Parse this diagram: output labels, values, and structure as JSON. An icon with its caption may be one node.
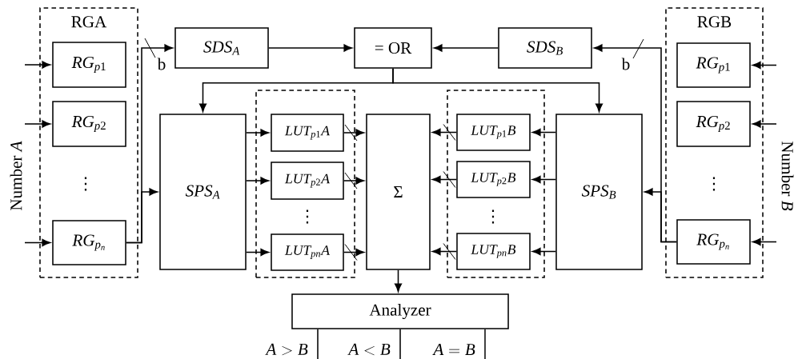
{
  "diagram": {
    "nodes": [
      {
        "text": [
          "RGA"
        ]
      },
      {
        "text": [
          "RG_{p1}"
        ],
        "in": 0
      },
      {
        "text": [
          "RG_{p2}"
        ],
        "in": 0
      },
      {
        "text": [
          "RG_{p_n}"
        ],
        "in": 0
      },
      {
        "text": [
          "SDS_A"
        ]
      },
      {
        "text": [
          "= OR"
        ]
      },
      {
        "text": [
          "SDS_B"
        ]
      },
      {
        "text": [
          "RGB"
        ]
      },
      {
        "text": [
          "RG_{p1}"
        ],
        "in": 7
      },
      {
        "text": [
          "RG_{p2}"
        ],
        "in": 7
      },
      {
        "text": [
          "RG_{p_n}"
        ],
        "in": 7
      },
      {
        "text": [
          "SPS_A"
        ]
      },
      {
        "text": [],
        "shape": "box"
      },
      {
        "text": [
          "LUT_{p1}A"
        ],
        "in": 12
      },
      {
        "text": [
          "LUT_{p2}A"
        ],
        "in": 12
      },
      {
        "text": [
          "LUT_{pn}A"
        ],
        "in": 12
      },
      {
        "text": [
          "\\Sigma"
        ]
      },
      {
        "text": [],
        "shape": "box"
      },
      {
        "text": [
          "LUT_{p1}B"
        ],
        "in": 17
      },
      {
        "text": [
          "LUT_{p2}B"
        ],
        "in": 17
      },
      {
        "text": [
          "LUT_{pn}B"
        ],
        "in": 17
      },
      {
        "text": [
          "SPS_B"
        ]
      },
      {
        "text": [
          "Analyzer"
        ]
      }
    ],
    "edges": [
      {
        "from": null,
        "to": 1,
        "arrow": "to"
      },
      {
        "from": null,
        "to": 2,
        "arrow": "to"
      },
      {
        "from": null,
        "to": 3,
        "arrow": "to"
      },
      {
        "from": 3,
        "to": 4,
        "arrow": "to"
      },
      {
        "from": 3,
        "to": 11,
        "arrow": "to"
      },
      {
        "from": 4,
        "to": 5,
        "arrow": "to"
      },
      {
        "from": 6,
        "to": 5,
        "arrow": "to"
      },
      {
        "from": 10,
        "to": 6,
        "arrow": "to"
      },
      {
        "from": 10,
        "to": 21,
        "arrow": "to"
      },
      {
        "from": 5,
        "to": 11,
        "arrow": "to"
      },
      {
        "from": 5,
        "to": 21,
        "arrow": "to"
      },
      {
        "from": 11,
        "to": 13,
        "arrow": "to"
      },
      {
        "from": 11,
        "to": 14,
        "arrow": "to"
      },
      {
        "from": 11,
        "to": 15,
        "arrow": "to"
      },
      {
        "from": 13,
        "to": 16,
        "arrow": "to"
      },
      {
        "from": 14,
        "to": 16,
        "arrow": "to"
      },
      {
        "from": 15,
        "to": 16,
        "arrow": "to"
      },
      {
        "from": 21,
        "to": 18,
        "arrow": "to"
      },
      {
        "from": 21,
        "to": 19,
        "arrow": "to"
      },
      {
        "from": 21,
        "to": 20,
        "arrow": "to"
      },
      {
        "from": 18,
        "to": 16,
        "arrow": "to"
      },
      {
        "from": 19,
        "to": 16,
        "arrow": "to"
      },
      {
        "from": 20,
        "to": 16,
        "arrow": "to"
      },
      {
        "from": 16,
        "to": 22,
        "arrow": "to"
      },
      {
        "from": null,
        "to": 8,
        "arrow": "to"
      },
      {
        "from": null,
        "to": 9,
        "arrow": "to"
      },
      {
        "from": null,
        "to": 10,
        "arrow": "to"
      },
      {
        "from": 22,
        "to": null,
        "arrow": "none",
        "label": "A > B"
      },
      {
        "from": 22,
        "to": null,
        "arrow": "none",
        "label": "A < B"
      },
      {
        "from": 22,
        "to": null,
        "arrow": "none",
        "label": "A = B"
      }
    ],
    "labels": [
      "b",
      "b",
      "Number *A*",
      "⋮",
      "⋮",
      "⋮",
      "⋮",
      "Number *B*"
    ]
  }
}
